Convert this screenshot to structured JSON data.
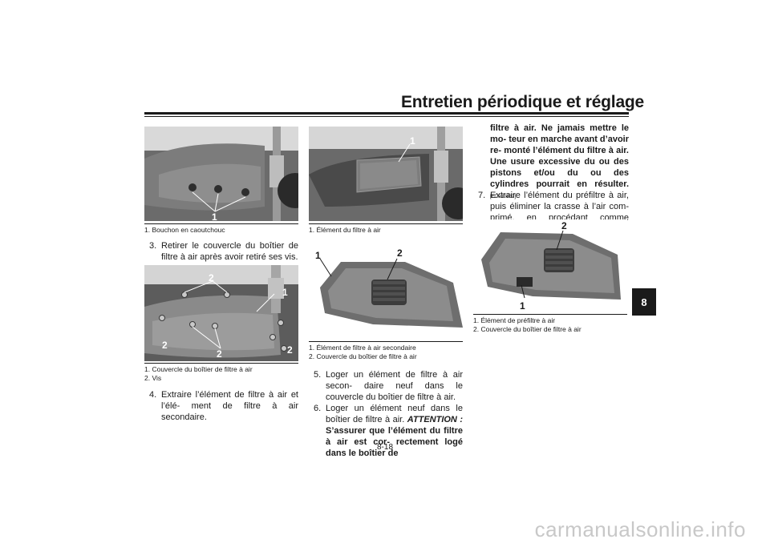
{
  "header": {
    "title": "Entretien périodique et réglage"
  },
  "chapter_tab": "8",
  "figures": {
    "fig1": {
      "callouts": [
        "1"
      ],
      "captions": [
        "1. Bouchon en caoutchouc"
      ]
    },
    "fig2": {
      "callouts": [
        "2",
        "1",
        "2",
        "2",
        "2"
      ],
      "captions": [
        "1. Couvercle du boîtier de filtre à air",
        "2. Vis"
      ]
    },
    "fig3": {
      "callouts": [
        "1"
      ],
      "captions": [
        "1. Élément du filtre à air"
      ]
    },
    "fig4": {
      "callouts": [
        "1",
        "2"
      ],
      "captions": [
        "1. Élément de filtre à air secondaire",
        "2. Couvercle du boîtier de filtre à air"
      ]
    },
    "fig5": {
      "callouts": [
        "2",
        "1"
      ],
      "captions": [
        "1. Élément de préfiltre à air",
        "2. Couvercle du boîtier de filtre à air"
      ]
    }
  },
  "steps": {
    "s3": {
      "num": "3.",
      "text": "Retirer le couvercle du boîtier de filtre à air après avoir retiré ses vis."
    },
    "s4": {
      "num": "4.",
      "text": "Extraire l’élément de filtre à air et l’élé- ment de filtre à air secondaire."
    },
    "s5": {
      "num": "5.",
      "text": "Loger un élément de filtre à air secon- daire neuf dans le couvercle du boîtier de filtre à air."
    },
    "s6": {
      "num": "6.",
      "text": "Loger un élément neuf dans le boîtier de filtre à air.",
      "attention": "ATTENTION :",
      "warning_a": "S’assurer que l’élément du filtre à air est cor- rectement logé dans le boîtier de",
      "warning_b": "filtre à air. Ne jamais mettre le mo- teur en marche avant d’avoir re- monté l’élément du filtre à air. Une usure excessive du ou des pistons et/ou du ou des cylindres pourrait en résulter.",
      "code": "[FCA10482]"
    },
    "s7": {
      "num": "7.",
      "text": "Extraire l’élément du préfiltre à air, puis éliminer la crasse à l’air com- primé, en procédant comme illustré."
    }
  },
  "footer": {
    "page": "8-18"
  },
  "watermark": "carmanualsonline.info"
}
